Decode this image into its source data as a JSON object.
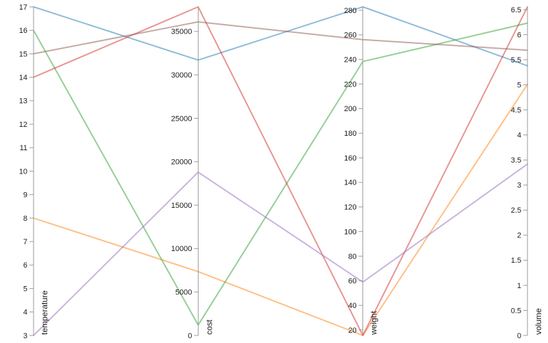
{
  "chart_data": {
    "type": "line",
    "variant": "parallel-coordinates",
    "legend": "none",
    "grid": false,
    "dimensions": [
      {
        "label": "temperature",
        "domain": [
          3,
          17
        ],
        "ticks": [
          3,
          4,
          5,
          6,
          7,
          8,
          9,
          10,
          11,
          12,
          13,
          14,
          15,
          16,
          17
        ]
      },
      {
        "label": "cost",
        "domain": [
          0,
          37830
        ],
        "ticks": [
          0,
          5000,
          10000,
          15000,
          20000,
          25000,
          30000,
          35000
        ]
      },
      {
        "label": "weight",
        "domain": [
          15.5,
          282.8
        ],
        "ticks": [
          20,
          40,
          60,
          80,
          100,
          120,
          140,
          160,
          180,
          200,
          220,
          240,
          260,
          280
        ]
      },
      {
        "label": "volume",
        "domain": [
          0,
          6.555
        ],
        "ticks": [
          0,
          0.5,
          1,
          1.5,
          2,
          2.5,
          3,
          3.5,
          4,
          4.5,
          5,
          5.5,
          6,
          6.5
        ]
      }
    ],
    "series": [
      {
        "color": "#1f77b4",
        "values": [
          17,
          31700,
          282.8,
          5.38
        ]
      },
      {
        "color": "#ff7f0e",
        "values": [
          8,
          7350,
          15.5,
          5.01
        ]
      },
      {
        "color": "#2ca02c",
        "values": [
          16,
          1200,
          238.3,
          6.23
        ]
      },
      {
        "color": "#d62728",
        "values": [
          14,
          37830,
          15.5,
          6.555
        ]
      },
      {
        "color": "#9467bd",
        "values": [
          3,
          18800,
          58.9,
          3.42
        ]
      },
      {
        "color": "#8c564b",
        "values": [
          15,
          36100,
          256.1,
          5.69
        ]
      }
    ]
  }
}
